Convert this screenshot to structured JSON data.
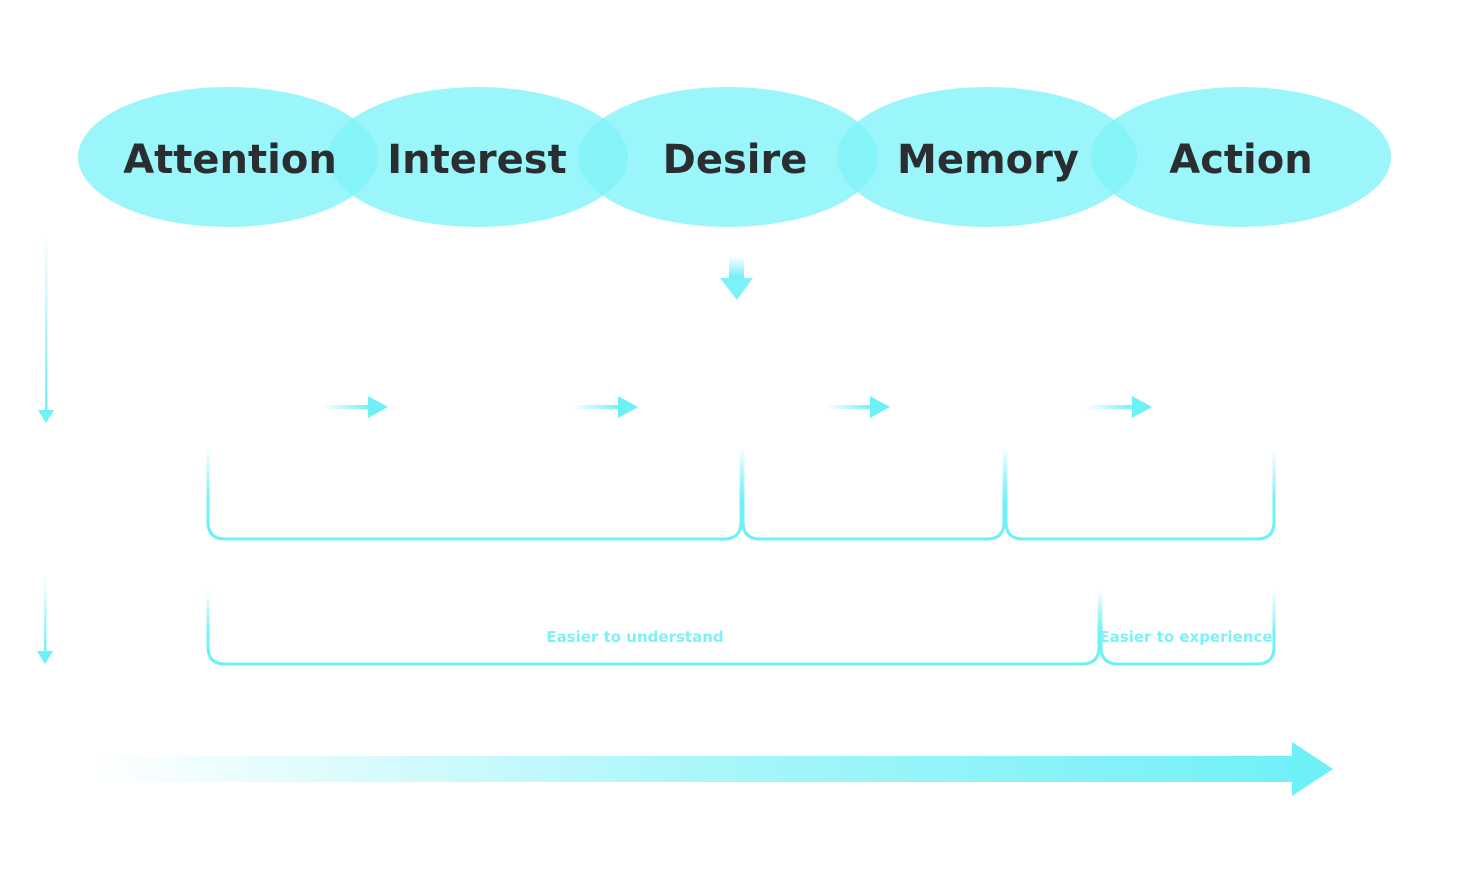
{
  "stages": [
    {
      "label": "Attention"
    },
    {
      "label": "Interest"
    },
    {
      "label": "Desire"
    },
    {
      "label": "Memory"
    },
    {
      "label": "Action"
    }
  ],
  "brackets": {
    "understand_label": "Easier to understand",
    "experience_label": "Easier to experience"
  },
  "colors": {
    "ellipse": "#8ff5fa",
    "accent": "#6ef0f7",
    "label": "#2b2e30"
  }
}
